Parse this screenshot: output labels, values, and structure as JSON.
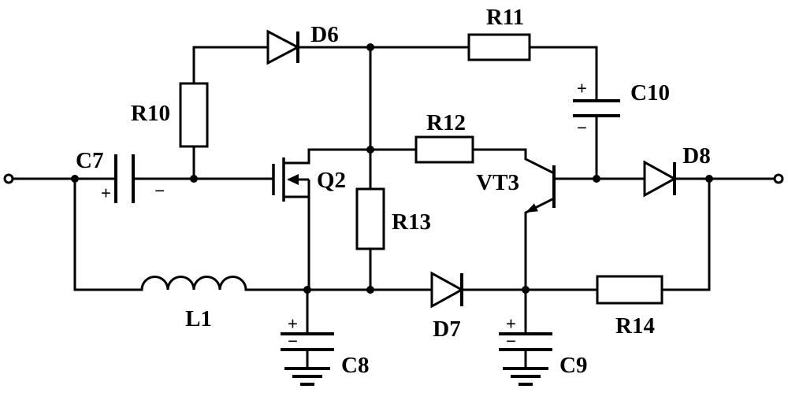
{
  "figure": {
    "kind": "circuit-schematic",
    "background": "#ffffff",
    "ink": "#000000"
  },
  "terminals": {
    "input": "left-terminal",
    "output": "right-terminal"
  },
  "components": {
    "C7": {
      "label": "C7",
      "type": "polarized-capacitor",
      "marks": {
        "plus": "+",
        "minus": "−"
      }
    },
    "R10": {
      "label": "R10",
      "type": "resistor"
    },
    "D6": {
      "label": "D6",
      "type": "diode"
    },
    "R11": {
      "label": "R11",
      "type": "resistor"
    },
    "C10": {
      "label": "C10",
      "type": "polarized-capacitor",
      "marks": {
        "plus": "+",
        "minus": "−"
      }
    },
    "Q2": {
      "label": "Q2",
      "type": "n-mosfet"
    },
    "R12": {
      "label": "R12",
      "type": "resistor"
    },
    "R13": {
      "label": "R13",
      "type": "resistor"
    },
    "VT3": {
      "label": "VT3",
      "type": "npn-transistor"
    },
    "D8": {
      "label": "D8",
      "type": "diode"
    },
    "L1": {
      "label": "L1",
      "type": "inductor"
    },
    "D7": {
      "label": "D7",
      "type": "diode"
    },
    "R14": {
      "label": "R14",
      "type": "resistor"
    },
    "C8": {
      "label": "C8",
      "type": "polarized-capacitor-to-ground",
      "marks": {
        "plus": "+",
        "minus": "−"
      }
    },
    "C9": {
      "label": "C9",
      "type": "polarized-capacitor-to-ground",
      "marks": {
        "plus": "+",
        "minus": "−"
      }
    }
  }
}
